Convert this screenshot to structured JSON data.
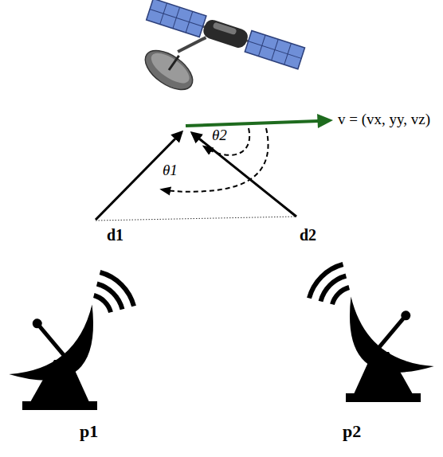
{
  "diagram": {
    "labels": [
      "v = (vx, yy, vz)",
      "θ2",
      "θ1",
      "d1",
      "d2",
      "p1",
      "p2"
    ]
  }
}
